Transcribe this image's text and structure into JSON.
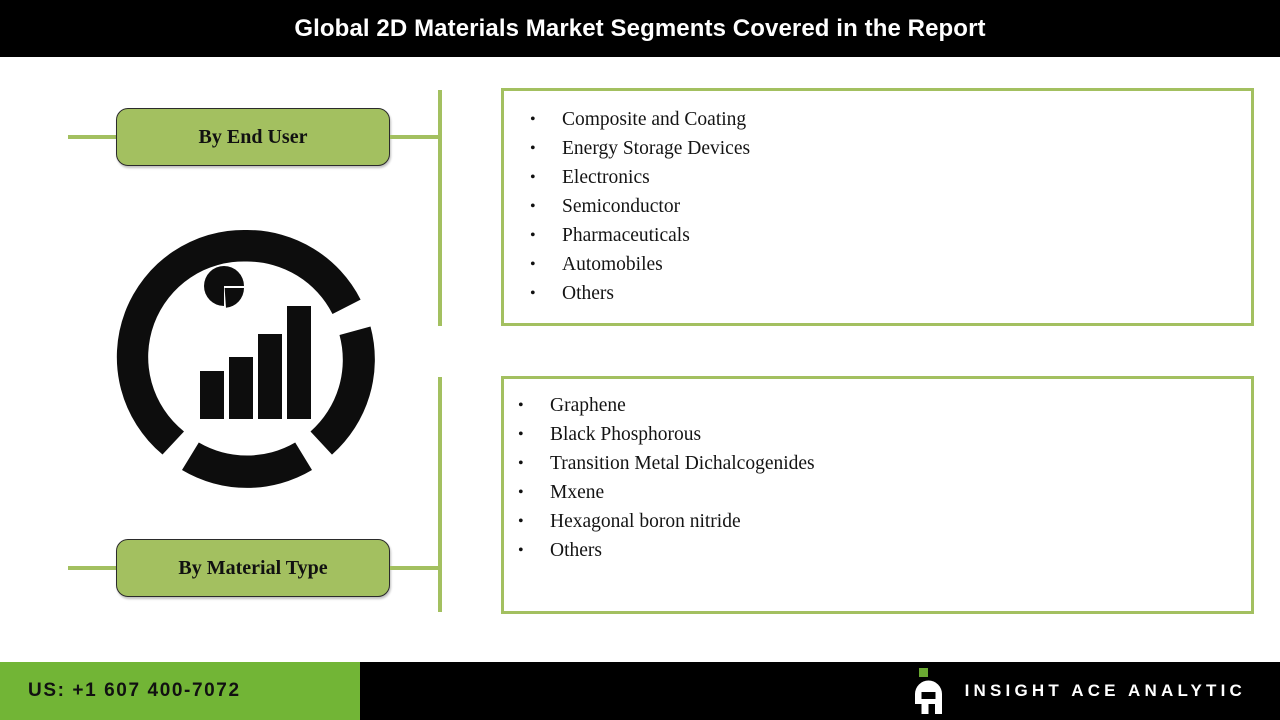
{
  "header": {
    "title": "Global 2D Materials Market Segments Covered in the Report"
  },
  "segments": [
    {
      "label": "By End User",
      "items": [
        "Composite and Coating",
        "Energy Storage Devices",
        "Electronics",
        "Semiconductor",
        "Pharmaceuticals",
        "Automobiles",
        "Others"
      ]
    },
    {
      "label": "By Material Type",
      "items": [
        "Graphene",
        "Black Phosphorous",
        "Transition Metal Dichalcogenides",
        "Mxene",
        "Hexagonal boron nitride",
        "Others"
      ]
    }
  ],
  "icon": {
    "name": "analytics-donut-bar-chart-icon"
  },
  "footer": {
    "phone": "US: +1 607 400-7072",
    "brand_name": "INSIGHT ACE ANALYTIC",
    "brand_mark": "letter-a-logo"
  },
  "colors": {
    "title_bar": "#000000",
    "box_green": "#a3c060",
    "border_green": "#a3c060",
    "footer_green": "#72b536",
    "footer_black": "#000000",
    "text_dark": "#141414",
    "white": "#ffffff"
  }
}
